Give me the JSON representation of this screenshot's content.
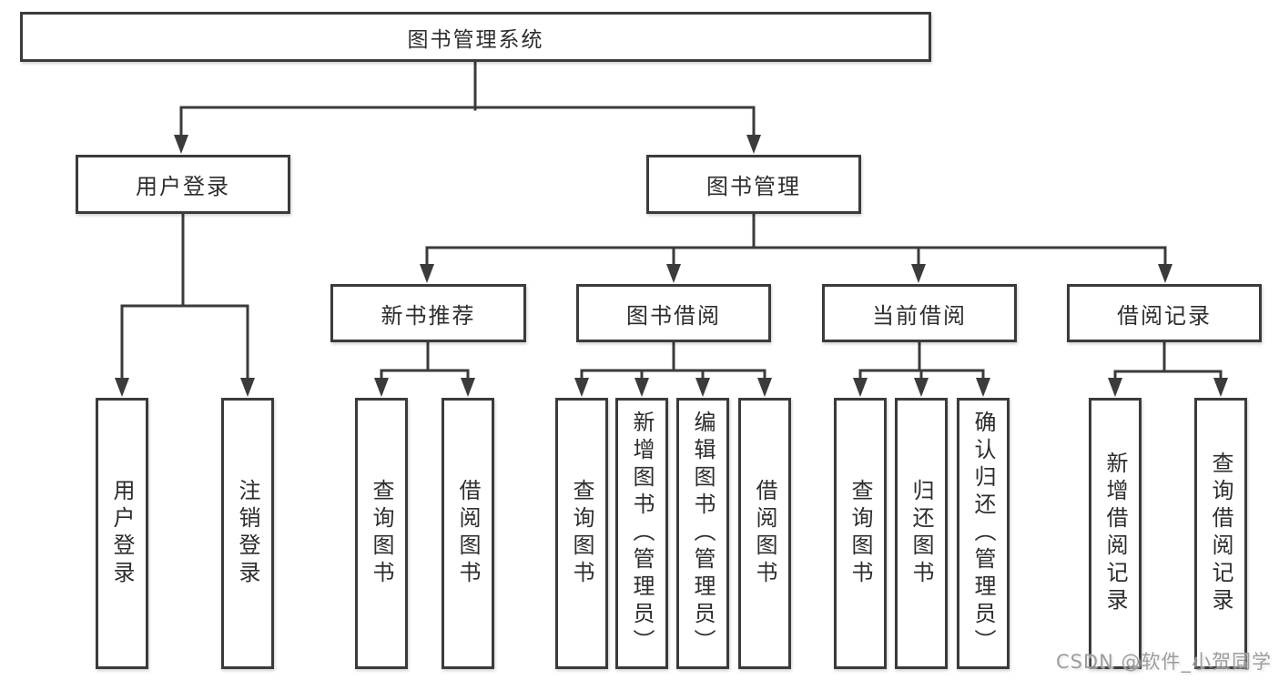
{
  "colors": {
    "line": "#3b3b3b",
    "text": "#2d2d2d",
    "watermark": "#9d9d9d",
    "background": "#ffffff"
  },
  "watermark": {
    "text": "CSDN @软件_小贺同学"
  },
  "tree": {
    "root": {
      "label": "图书管理系统"
    },
    "branches": [
      {
        "label": "用户登录",
        "children": [
          {
            "label": "用户登录"
          },
          {
            "label": "注销登录"
          }
        ]
      },
      {
        "label": "图书管理",
        "children": [
          {
            "label": "新书推荐",
            "children": [
              {
                "label": "查询图书"
              },
              {
                "label": "借阅图书"
              }
            ]
          },
          {
            "label": "图书借阅",
            "children": [
              {
                "label": "查询图书"
              },
              {
                "label": "新增图书（管理员）"
              },
              {
                "label": "编辑图书（管理员）"
              },
              {
                "label": "借阅图书"
              }
            ]
          },
          {
            "label": "当前借阅",
            "children": [
              {
                "label": "查询图书"
              },
              {
                "label": "归还图书"
              },
              {
                "label": "确认归还（管理员）"
              }
            ]
          },
          {
            "label": "借阅记录",
            "children": [
              {
                "label": "新增借阅记录"
              },
              {
                "label": "查询借阅记录"
              }
            ]
          }
        ]
      }
    ]
  }
}
